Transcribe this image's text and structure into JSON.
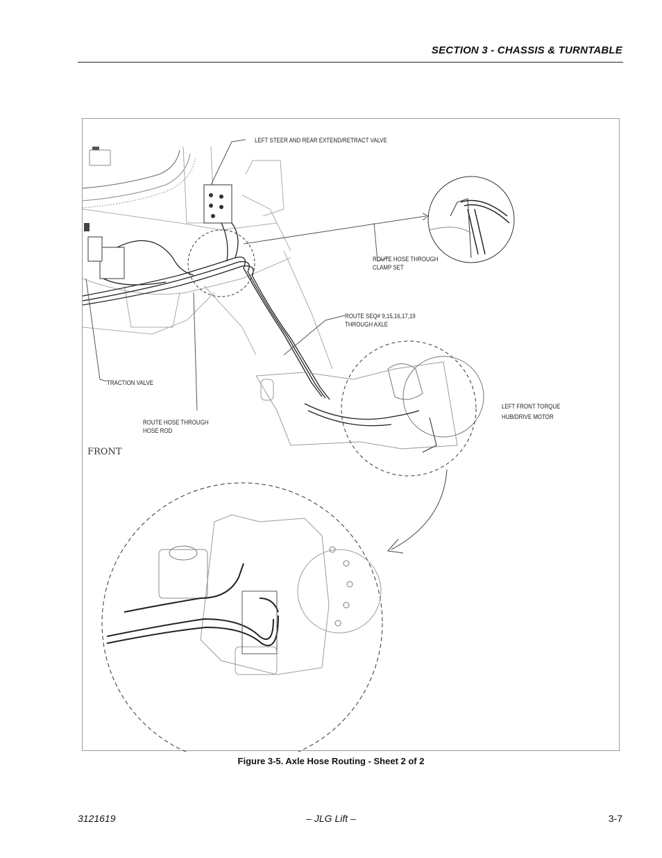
{
  "header": {
    "section_title": "SECTION 3 - CHASSIS & TURNTABLE"
  },
  "figure": {
    "callouts": {
      "left_steer_valve": "LEFT STEER AND REAR EXTEND/RETRACT VALVE",
      "clamp_set_line1": "ROUTE HOSE THROUGH",
      "clamp_set_line2": "CLAMP SET",
      "route_seq_line1": "ROUTE SEQ# 9,15,16,17,19",
      "route_seq_line2": "THROUGH AXLE",
      "traction_valve": "TRACTION VALVE",
      "left_front_line1": "LEFT FRONT TORQUE",
      "left_front_line2": "HUB/DRIVE MOTOR",
      "hose_rod_line1": "ROUTE HOSE THROUGH",
      "hose_rod_line2": "HOSE ROD",
      "front": "FRONT"
    },
    "caption": "Figure 3-5.  Axle Hose Routing - Sheet 2 of 2"
  },
  "footer": {
    "doc_number": "3121619",
    "publisher": "– JLG Lift –",
    "page_number": "3-7"
  }
}
